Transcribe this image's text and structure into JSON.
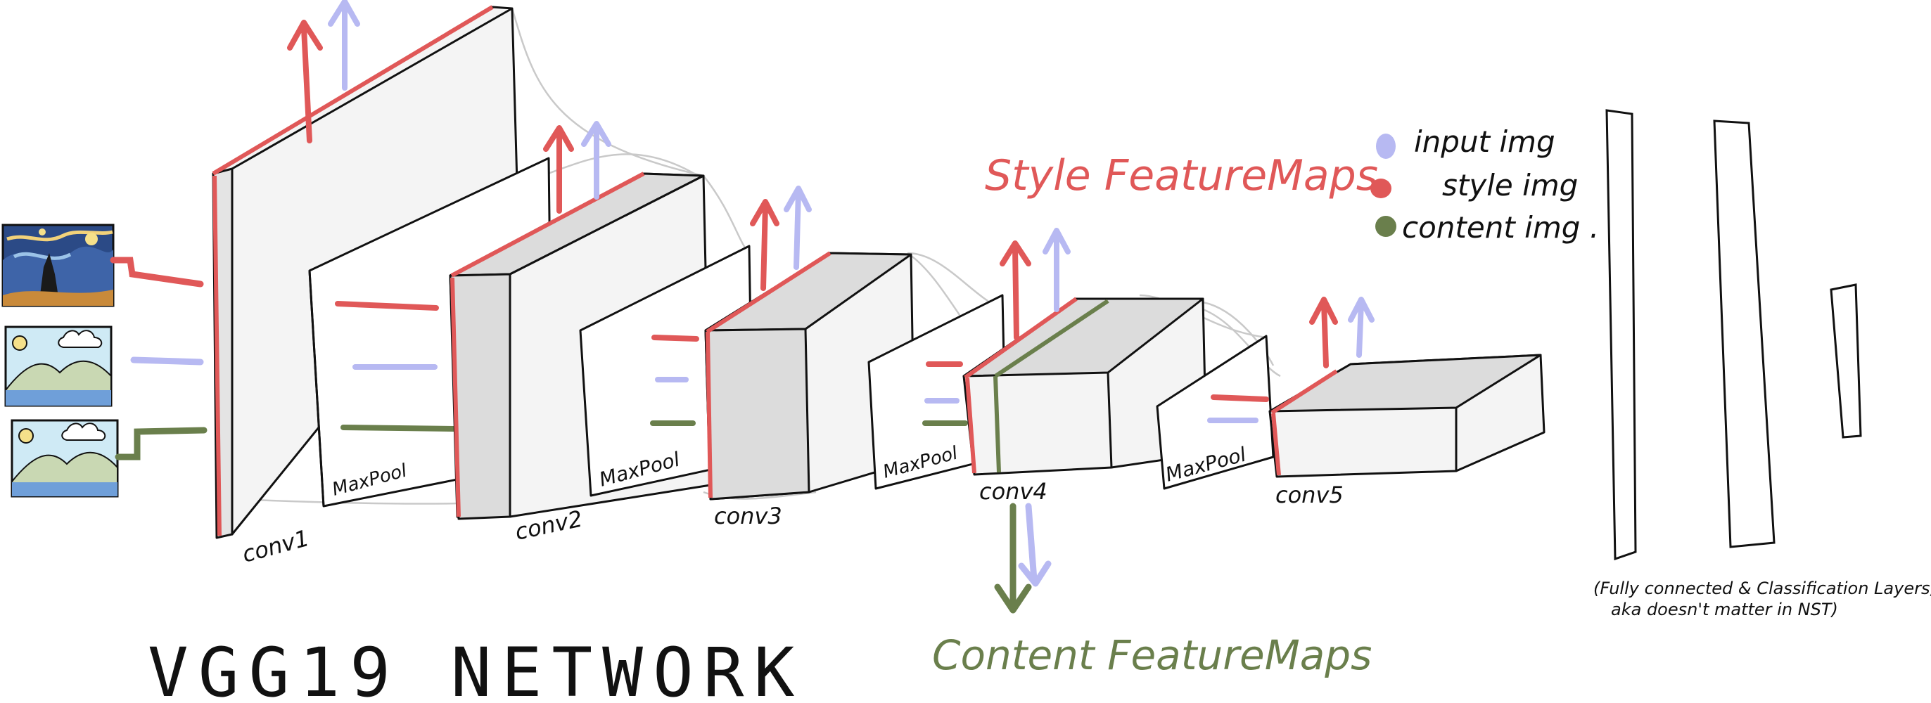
{
  "title": "VGG19 NETWORK",
  "style_feature_maps_label": "Style FeatureMaps",
  "content_feature_maps_label": "Content FeatureMaps",
  "legend": {
    "items": [
      {
        "label": "input img",
        "color": "#b7b9f2"
      },
      {
        "label": "style img",
        "color": "#e05858"
      },
      {
        "label": "content img .",
        "color": "#6a7f4c"
      }
    ]
  },
  "layers": {
    "conv1": "conv1",
    "maxpool1": "MaxPool",
    "conv2": "conv2",
    "maxpool2": "MaxPool",
    "conv3": "conv3",
    "maxpool3": "MaxPool",
    "conv4": "conv4",
    "maxpool4": "MaxPool",
    "conv5": "conv5"
  },
  "fc_note": {
    "line1": "(Fully connected & Classification Layers;",
    "line2": "aka doesn't matter in NST)"
  },
  "colors": {
    "style": "#e05858",
    "input": "#b7b9f2",
    "content": "#6a7f4c",
    "face": "#f4f4f4",
    "shade": "#dcdcdc",
    "ink": "#111111"
  },
  "images": [
    {
      "name": "style-image",
      "desc": "starry night painting"
    },
    {
      "name": "input-image",
      "desc": "landscape sketch"
    },
    {
      "name": "content-image",
      "desc": "landscape sketch"
    }
  ]
}
